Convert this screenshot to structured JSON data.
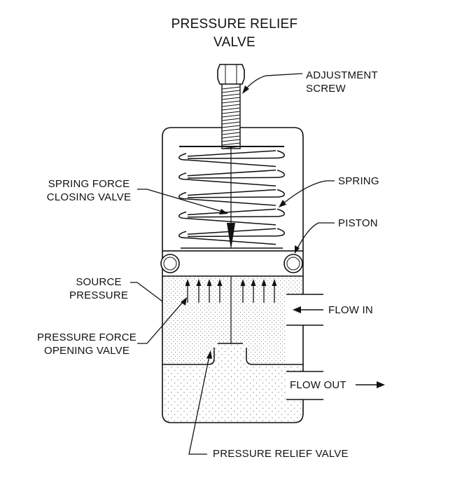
{
  "title": {
    "line1": "PRESSURE RELIEF",
    "line2": "VALVE"
  },
  "labels": {
    "adjustment_screw": {
      "line1": "ADJUSTMENT",
      "line2": "SCREW"
    },
    "spring": "SPRING",
    "piston": "PISTON",
    "spring_force": {
      "line1": "SPRING FORCE",
      "line2": "CLOSING VALVE"
    },
    "source_pressure": {
      "line1": "SOURCE",
      "line2": "PRESSURE"
    },
    "pressure_force": {
      "line1": "PRESSURE FORCE",
      "line2": "OPENING VALVE"
    },
    "flow_in": "FLOW IN",
    "flow_out": "FLOW OUT",
    "pressure_relief_valve": "PRESSURE RELIEF VALVE"
  },
  "colors": {
    "line": "#111111",
    "fill": "#ffffff",
    "stipple": "#8a8a8a"
  }
}
